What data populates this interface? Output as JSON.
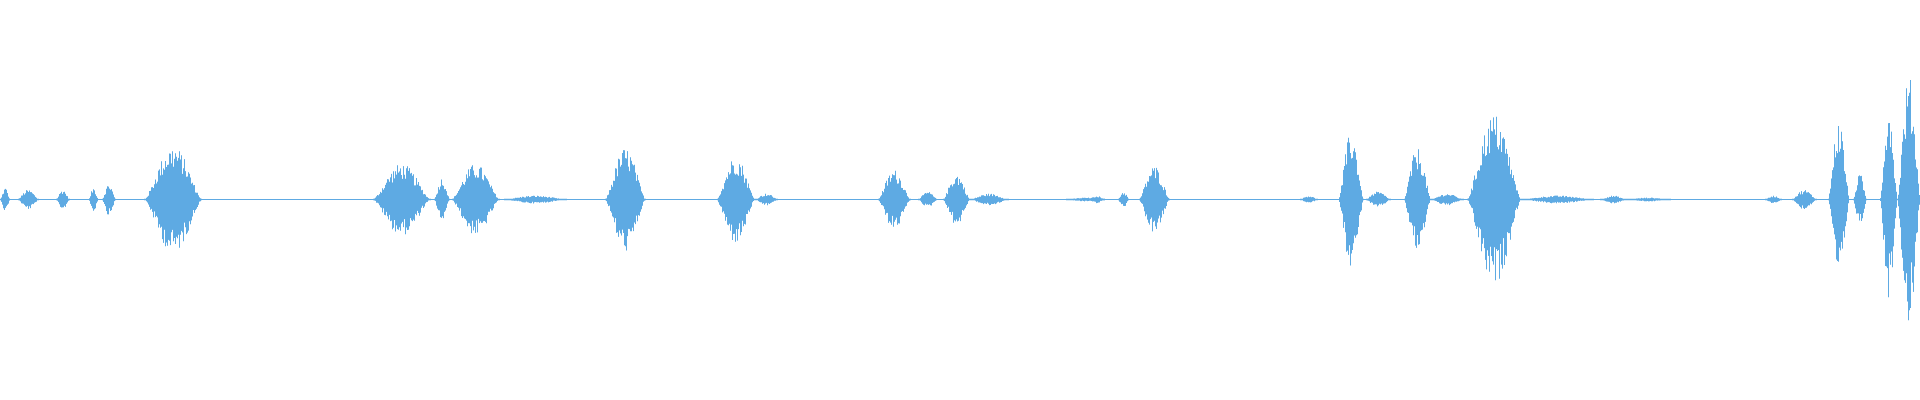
{
  "waveform": {
    "color": "#5eaae3",
    "background": "#ffffff",
    "bursts": [
      {
        "start": 0.0,
        "end": 0.005,
        "amp": 0.06
      },
      {
        "start": 0.009,
        "end": 0.02,
        "amp": 0.05
      },
      {
        "start": 0.029,
        "end": 0.036,
        "amp": 0.05
      },
      {
        "start": 0.046,
        "end": 0.051,
        "amp": 0.06
      },
      {
        "start": 0.053,
        "end": 0.06,
        "amp": 0.08
      },
      {
        "start": 0.075,
        "end": 0.105,
        "amp": 0.27
      },
      {
        "start": 0.194,
        "end": 0.224,
        "amp": 0.18
      },
      {
        "start": 0.226,
        "end": 0.234,
        "amp": 0.11
      },
      {
        "start": 0.235,
        "end": 0.26,
        "amp": 0.18
      },
      {
        "start": 0.262,
        "end": 0.295,
        "amp": 0.02
      },
      {
        "start": 0.315,
        "end": 0.336,
        "amp": 0.26
      },
      {
        "start": 0.373,
        "end": 0.393,
        "amp": 0.22
      },
      {
        "start": 0.393,
        "end": 0.405,
        "amp": 0.03
      },
      {
        "start": 0.457,
        "end": 0.474,
        "amp": 0.15
      },
      {
        "start": 0.478,
        "end": 0.488,
        "amp": 0.04
      },
      {
        "start": 0.491,
        "end": 0.505,
        "amp": 0.13
      },
      {
        "start": 0.505,
        "end": 0.525,
        "amp": 0.03
      },
      {
        "start": 0.555,
        "end": 0.575,
        "amp": 0.01
      },
      {
        "start": 0.567,
        "end": 0.575,
        "amp": 0.02
      },
      {
        "start": 0.582,
        "end": 0.588,
        "amp": 0.04
      },
      {
        "start": 0.593,
        "end": 0.609,
        "amp": 0.17
      },
      {
        "start": 0.677,
        "end": 0.686,
        "amp": 0.02
      },
      {
        "start": 0.697,
        "end": 0.71,
        "amp": 0.34
      },
      {
        "start": 0.711,
        "end": 0.724,
        "amp": 0.04
      },
      {
        "start": 0.731,
        "end": 0.745,
        "amp": 0.26
      },
      {
        "start": 0.745,
        "end": 0.762,
        "amp": 0.03
      },
      {
        "start": 0.764,
        "end": 0.792,
        "amp": 0.43
      },
      {
        "start": 0.792,
        "end": 0.83,
        "amp": 0.02
      },
      {
        "start": 0.833,
        "end": 0.847,
        "amp": 0.02
      },
      {
        "start": 0.847,
        "end": 0.87,
        "amp": 0.01
      },
      {
        "start": 0.919,
        "end": 0.928,
        "amp": 0.02
      },
      {
        "start": 0.933,
        "end": 0.946,
        "amp": 0.05
      },
      {
        "start": 0.952,
        "end": 0.963,
        "amp": 0.4
      },
      {
        "start": 0.965,
        "end": 0.972,
        "amp": 0.13
      },
      {
        "start": 0.979,
        "end": 0.988,
        "amp": 0.49
      },
      {
        "start": 0.988,
        "end": 1.0,
        "amp": 0.62
      }
    ]
  }
}
